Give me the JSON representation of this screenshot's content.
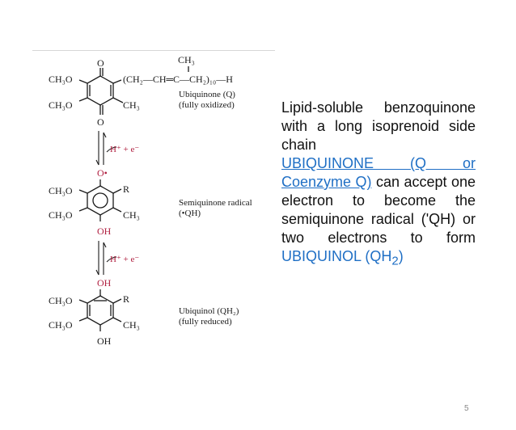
{
  "figure": {
    "top_ring": {
      "ch3_top": "CH₃",
      "o_top": "O",
      "ch3o_1": "CH₃O",
      "chain": "(CH₂—CH═C—CH₂)₁₀—H",
      "ch3o_2": "CH₃O",
      "ch3": "CH₃",
      "o_bottom": "O",
      "label_name": "Ubiquinone (Q)",
      "label_state": "(fully oxidized)"
    },
    "arrow1_label": "H⁺ + e⁻",
    "middle_ring": {
      "o_radical": "O•",
      "ch3o_1": "CH₃O",
      "r": "R",
      "ch3o_2": "CH₃O",
      "ch3": "CH₃",
      "oh": "OH",
      "label_name": "Semiquinone radical",
      "label_state": "(•QH)"
    },
    "arrow2_label": "H⁺ + e⁻",
    "bottom_ring": {
      "oh_top": "OH",
      "ch3o_1": "CH₃O",
      "r": "R",
      "ch3o_2": "CH₃O",
      "ch3": "CH₃",
      "oh_bottom": "OH",
      "label_name": "Ubiquinol (QH₂)",
      "label_state": "(fully reduced)"
    }
  },
  "text": {
    "para1": "Lipid-soluble benzoquinone with a long isoprenoid side chain",
    "para2_link": "UBIQUINONE (Q or Coenzyme Q)",
    "para2_mid": " can accept one electron to become the semiquinone radical ('QH) or two electrons to form ",
    "para2_term": "UBIQUINOL (QH",
    "para2_sub": "2",
    "para2_close": ")"
  },
  "colors": {
    "link": "#1f6fc5",
    "accent_red": "#b02040"
  },
  "page_number": "5"
}
